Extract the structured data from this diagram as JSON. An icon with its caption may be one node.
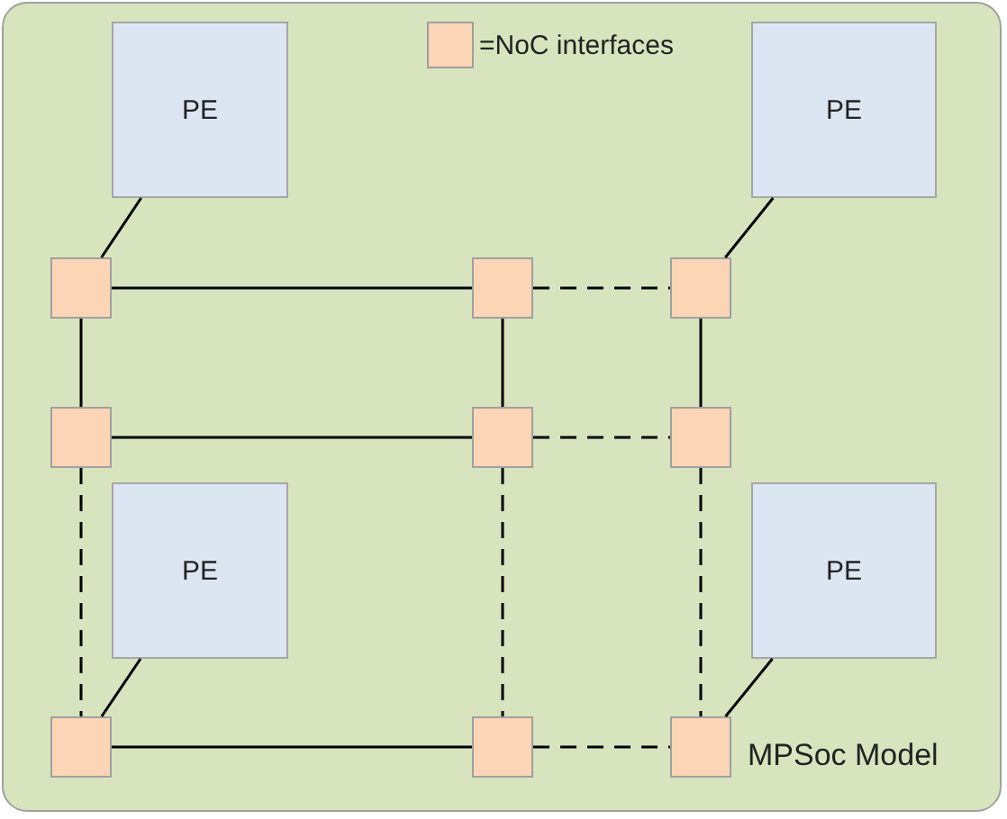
{
  "diagram": {
    "nodes": [
      {
        "text": [
          "MPSoc Model"
        ]
      },
      {
        "text": [
          "PE"
        ],
        "in": 0
      },
      {
        "text": [
          "PE"
        ],
        "in": 0
      },
      {
        "text": [],
        "shape": "box",
        "in": 0
      },
      {
        "text": [],
        "shape": "box",
        "in": 0
      },
      {
        "text": [],
        "shape": "box",
        "in": 0
      },
      {
        "text": [],
        "shape": "box",
        "in": 0
      },
      {
        "text": [],
        "shape": "box",
        "in": 0
      },
      {
        "text": [],
        "shape": "box",
        "in": 0
      },
      {
        "text": [
          "PE"
        ],
        "in": 0
      },
      {
        "text": [
          "PE"
        ],
        "in": 0
      },
      {
        "text": [],
        "shape": "box",
        "in": 0
      },
      {
        "text": [],
        "shape": "box",
        "in": 0
      },
      {
        "text": [],
        "shape": "box",
        "in": 0
      }
    ],
    "edges": [
      {
        "from": 1,
        "to": 3,
        "arrow": "none"
      },
      {
        "from": 2,
        "to": 5,
        "arrow": "none"
      },
      {
        "from": 3,
        "to": 4,
        "arrow": "none"
      },
      {
        "from": 4,
        "to": 5,
        "arrow": "none",
        "style": "dashed"
      },
      {
        "from": 3,
        "to": 6,
        "arrow": "none"
      },
      {
        "from": 4,
        "to": 7,
        "arrow": "none"
      },
      {
        "from": 5,
        "to": 8,
        "arrow": "none"
      },
      {
        "from": 6,
        "to": 7,
        "arrow": "none"
      },
      {
        "from": 7,
        "to": 8,
        "arrow": "none",
        "style": "dashed"
      },
      {
        "from": 6,
        "to": 11,
        "arrow": "none",
        "style": "dashed"
      },
      {
        "from": 7,
        "to": 12,
        "arrow": "none",
        "style": "dashed"
      },
      {
        "from": 8,
        "to": 13,
        "arrow": "none",
        "style": "dashed"
      },
      {
        "from": 9,
        "to": 11,
        "arrow": "none"
      },
      {
        "from": 10,
        "to": 13,
        "arrow": "none"
      },
      {
        "from": 11,
        "to": 12,
        "arrow": "none"
      },
      {
        "from": 12,
        "to": 13,
        "arrow": "none",
        "style": "dashed"
      }
    ],
    "legend": [
      {
        "text": "=NoC interfaces",
        "color": "#fbd5b5"
      }
    ]
  }
}
